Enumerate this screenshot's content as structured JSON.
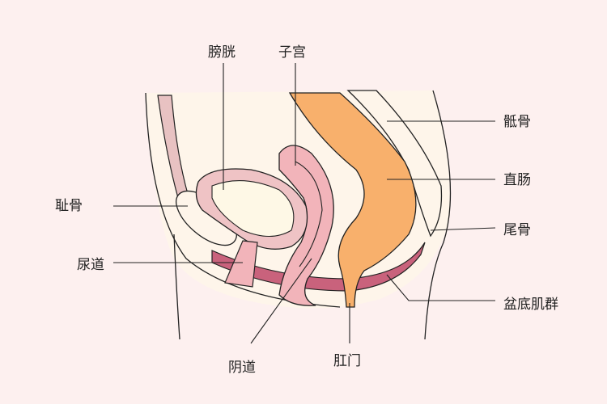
{
  "labels": {
    "bladder": "膀胱",
    "uterus": "子宫",
    "sacrum": "骶骨",
    "rectum": "直肠",
    "pubic_bone": "耻骨",
    "coccyx": "尾骨",
    "urethra": "尿道",
    "pelvic_floor": "盆底肌群",
    "vagina": "阴道",
    "anus": "肛门"
  },
  "colors": {
    "background": "#fdf0ef",
    "body": "#fef5ea",
    "rectum": "#f8b06c",
    "uterus": "#f2b4ba",
    "muscle": "#c9627c",
    "bone": "#e8c2c2"
  }
}
